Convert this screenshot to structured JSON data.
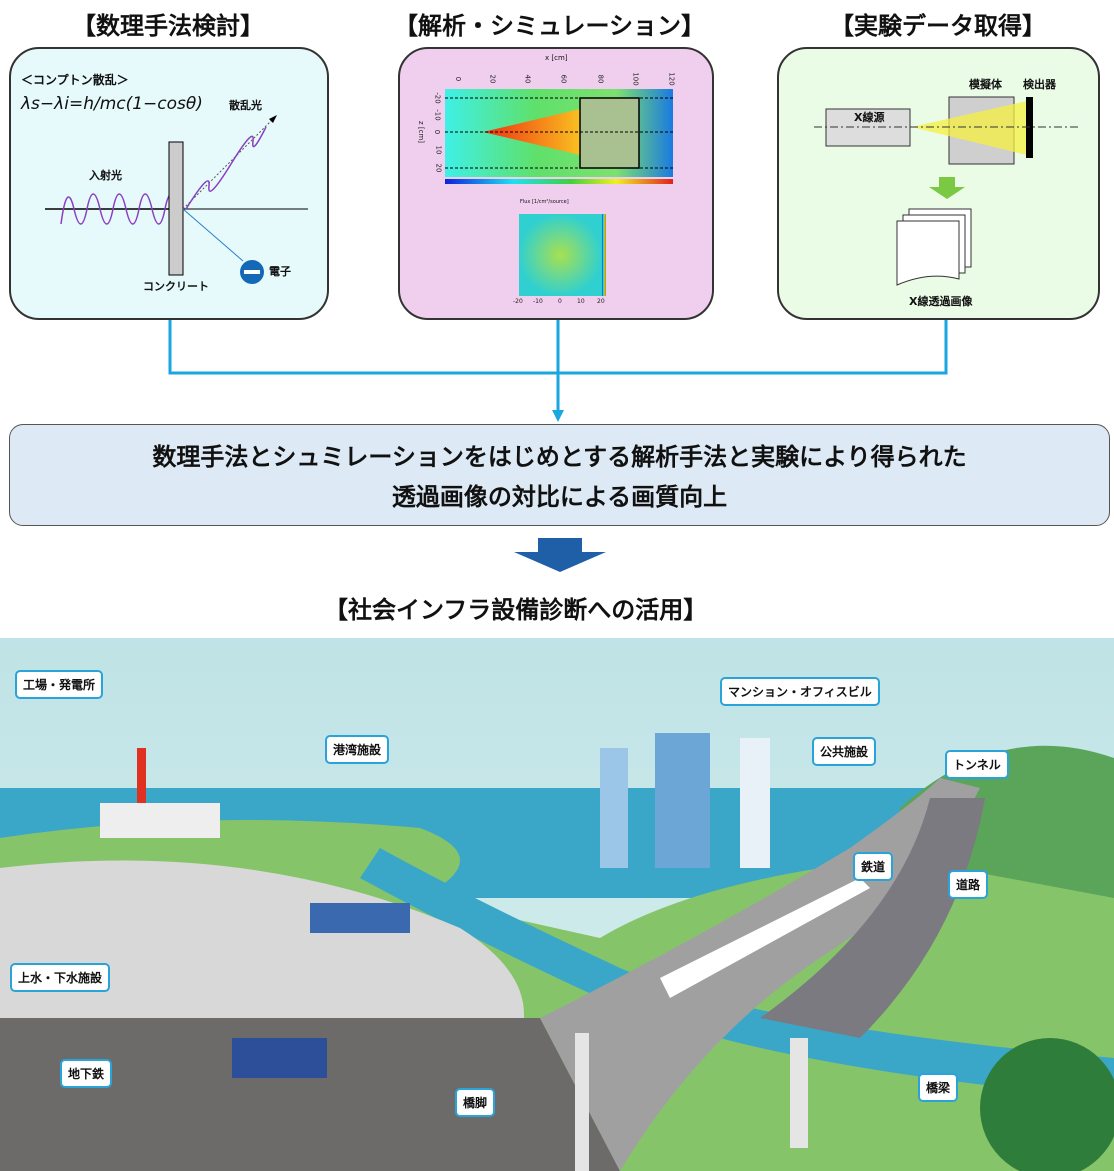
{
  "panels": [
    {
      "title": "【数理手法検討】",
      "heading": "＜コンプトン散乱＞",
      "formula": "λs−λi=h/mc(1−cosθ)",
      "labels": {
        "incident": "入射光",
        "scattered": "散乱光",
        "concrete": "コンクリート",
        "electron": "電子"
      },
      "bg": "#e6f9fb"
    },
    {
      "title": "【解析・シミュレーション】",
      "axis_top": "x [cm]",
      "x_ticks": [
        "0",
        "20",
        "40",
        "60",
        "80",
        "100",
        "120"
      ],
      "y_ticks": [
        "-20",
        "-10",
        "0",
        "10",
        "20"
      ],
      "y_label": "z [cm]",
      "colorbar_label": "Flux [1/cm²/source]",
      "lower_ticks": [
        "-20",
        "-10",
        "0",
        "10",
        "20"
      ],
      "bg": "#f0cfee"
    },
    {
      "title": "【実験データ取得】",
      "labels": {
        "source": "X線源",
        "phantom": "模擬体",
        "detector": "検出器",
        "image": "X線透過画像"
      },
      "bg": "#eafbe6"
    }
  ],
  "summary": {
    "line1": "数理手法とシュミレーションをはじめとする解析手法と実験により得られた",
    "line2": "透過画像の対比による画質向上"
  },
  "application_title": "【社会インフラ設備診断への活用】",
  "callouts": [
    "工場・発電所",
    "港湾施設",
    "マンション・オフィスビル",
    "公共施設",
    "トンネル",
    "鉄道",
    "道路",
    "上水・下水施設",
    "地下鉄",
    "橋脚",
    "橋梁"
  ],
  "colors": {
    "connector": "#1aa6e0",
    "arrow": "#1f5fa8",
    "callout_border": "#2aa3d8"
  }
}
